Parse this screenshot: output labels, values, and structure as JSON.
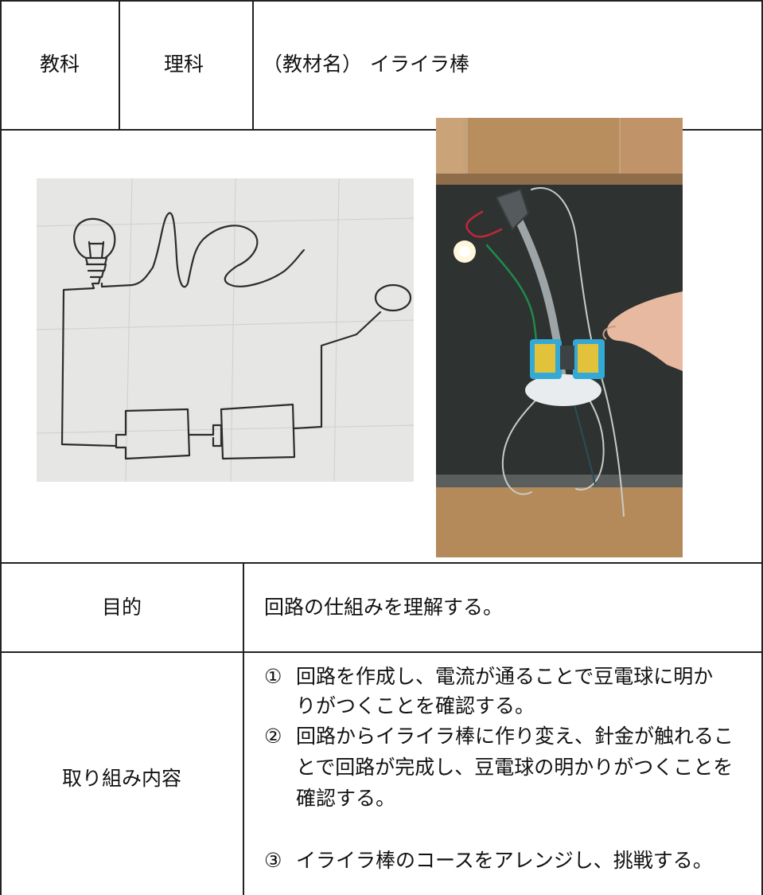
{
  "header": {
    "subject_label": "教科",
    "subject_value": "理科",
    "material_label": "（教材名）",
    "material_name": "イライラ棒"
  },
  "purpose": {
    "label": "目的",
    "text": "回路の仕組みを理解する。"
  },
  "activities": {
    "label": "取り組み内容",
    "items": [
      {
        "number": "①",
        "lines": [
          "回路を作成し、電流が通ることで豆電球に明か",
          "りがつくことを確認する。"
        ]
      },
      {
        "number": "②",
        "lines": [
          "回路からイライラ棒に作り変え、針金が触れるこ",
          "とで回路が完成し、豆電球の明かりがつくことを",
          "確認する。"
        ]
      },
      {
        "number": "③",
        "lines": [
          "イライラ棒のコースをアレンジし、挑戦する。"
        ]
      }
    ]
  },
  "colors": {
    "border": "#222222",
    "paper": "#e6e6e4",
    "board": "#2e3231",
    "wire_red": "#c0283a",
    "wire_green": "#1f8a4c",
    "holder_blue": "#33a9d6"
  }
}
